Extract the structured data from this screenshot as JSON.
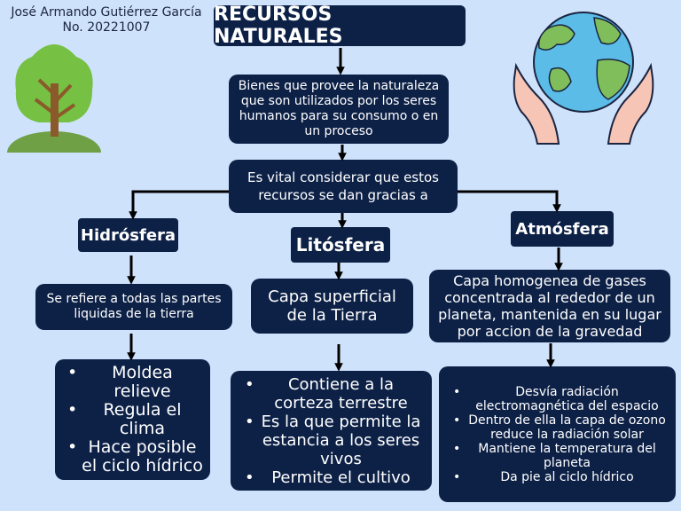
{
  "author": {
    "name": "José Armando Gutiérrez García",
    "number": "No. 20221007"
  },
  "title": "RECURSOS NATURALES",
  "definition": "Bienes que provee la naturaleza que son utilizados por los seres humanos para su consumo o en un proceso",
  "vital": "Es vital considerar que estos recursos se dan gracias a",
  "branches": {
    "hidrosfera": {
      "label": "Hidrósfera",
      "description": "Se refiere a todas las partes liquidas de la tierra",
      "items": [
        "Moldea relieve",
        "Regula el clima",
        "Hace posible el ciclo hídrico"
      ]
    },
    "litosfera": {
      "label": "Litósfera",
      "description": "Capa superficial de la Tierra",
      "items": [
        "Contiene a la corteza terrestre",
        "Es la que permite la estancia  a los seres vivos",
        "Permite el cultivo"
      ]
    },
    "atmosfera": {
      "label": "Atmósfera",
      "description": "Capa homogenea de gases concentrada al rededor de un planeta, mantenida en su lugar por accion de la gravedad",
      "items": [
        "Desvía radiación electromagnética del espacio",
        "Dentro de ella la capa de ozono reduce la radiación solar",
        "Mantiene la temperatura del planeta",
        "Da pie al ciclo hídrico"
      ]
    }
  },
  "colors": {
    "background": "#cfe2fb",
    "box": "#0d2147",
    "text": "#ffffff"
  },
  "icons": [
    "tree-icon",
    "earth-in-hands-icon"
  ]
}
